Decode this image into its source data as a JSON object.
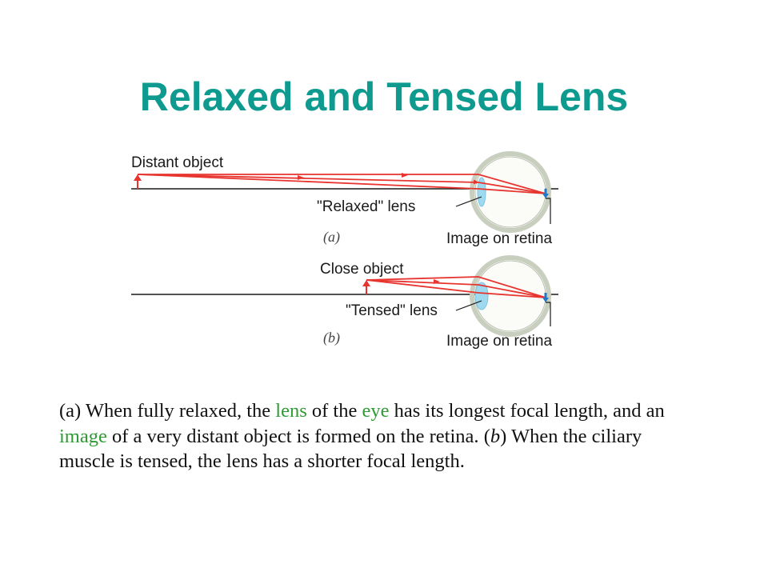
{
  "title": "Relaxed and Tensed Lens",
  "figure": {
    "panel_a": {
      "object_label": "Distant object",
      "lens_label": "\"Relaxed\" lens",
      "image_label": "Image on retina",
      "panel_letter": "(a)"
    },
    "panel_b": {
      "object_label": "Close object",
      "lens_label": "\"Tensed\" lens",
      "image_label": "Image on retina",
      "panel_letter": "(b)"
    }
  },
  "caption": {
    "s1": "(a) When fully relaxed, the ",
    "t_lens": "lens",
    "s2": " of the ",
    "t_eye": "eye",
    "s3": " has its longest focal length, and an ",
    "t_image": "image",
    "s4": " of a very distant object is formed on the retina. ",
    "b_paren_open": "(",
    "b_letter": "b",
    "b_paren_close": ")",
    "s5": " When the ciliary muscle is tensed, the lens has a shorter focal length."
  },
  "colors": {
    "title": "#0e9a8f",
    "highlight": "#2e9b33",
    "ray": "#e8342f",
    "eyeball": "#c9cfbf",
    "lens": "#9fd9ef",
    "image_arrow": "#1f78c8"
  }
}
